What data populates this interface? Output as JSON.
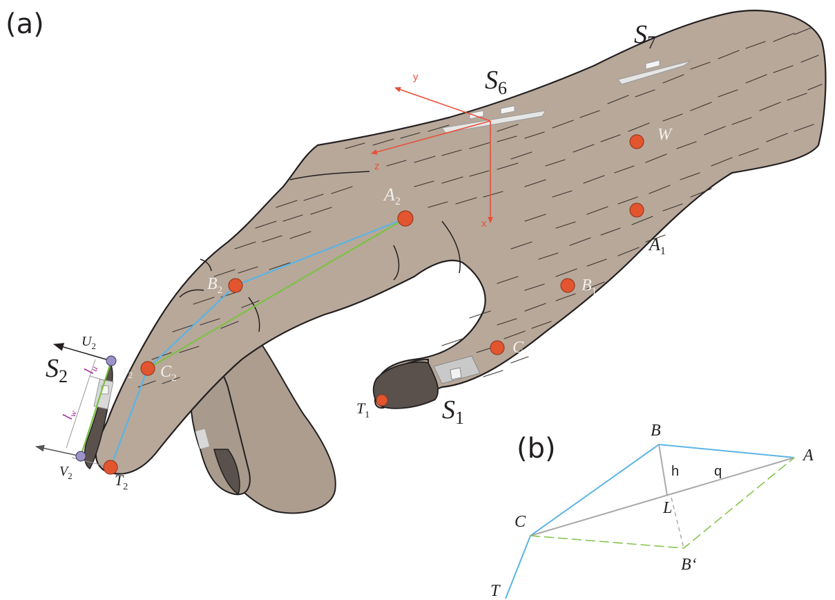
{
  "figure": {
    "panel_a_label": "(a)",
    "panel_b_label": "(b)",
    "colors": {
      "skin": "#b7a89a",
      "outline": "#231f20",
      "hair": "#3a332d",
      "marker": "#e2552f",
      "marker_outline": "#9a3a22",
      "marker_purple": "#9c93c9",
      "axis_red": "#e8503a",
      "segment_blue": "#5ab4e5",
      "segment_green": "#7cc242",
      "dimension_purple": "#a4309b",
      "nail_dark": "#5a514c",
      "sensor_light": "#e6e6e6",
      "diagram_gray": "#a8a8a8"
    }
  },
  "panel_a": {
    "sensors": [
      {
        "name": "S",
        "sub": "7"
      },
      {
        "name": "S",
        "sub": "6"
      },
      {
        "name": "S",
        "sub": "2"
      },
      {
        "name": "S",
        "sub": "1"
      }
    ],
    "axes": {
      "x": "x",
      "y": "y",
      "z": "z"
    },
    "markers": [
      {
        "name": "W",
        "sub": ""
      },
      {
        "name": "A",
        "sub": "1"
      },
      {
        "name": "B",
        "sub": "1"
      },
      {
        "name": "C",
        "sub": "1"
      },
      {
        "name": "T",
        "sub": "1"
      },
      {
        "name": "A",
        "sub": "2"
      },
      {
        "name": "B",
        "sub": "2"
      },
      {
        "name": "C",
        "sub": "2"
      },
      {
        "name": "T",
        "sub": "2"
      },
      {
        "name": "U",
        "sub": "2"
      },
      {
        "name": "V",
        "sub": "2"
      }
    ],
    "radius_label": {
      "name": "r",
      "sub": "2"
    },
    "dimensions": {
      "lu": {
        "name": "l",
        "sub": "u"
      },
      "lw": {
        "name": "l",
        "sub": "w"
      }
    }
  },
  "panel_b": {
    "points": {
      "A": "A",
      "B": "B",
      "C": "C",
      "T": "T",
      "L": "L",
      "B_prime": "B‘"
    },
    "segments": {
      "h": "h",
      "q": "q"
    }
  }
}
